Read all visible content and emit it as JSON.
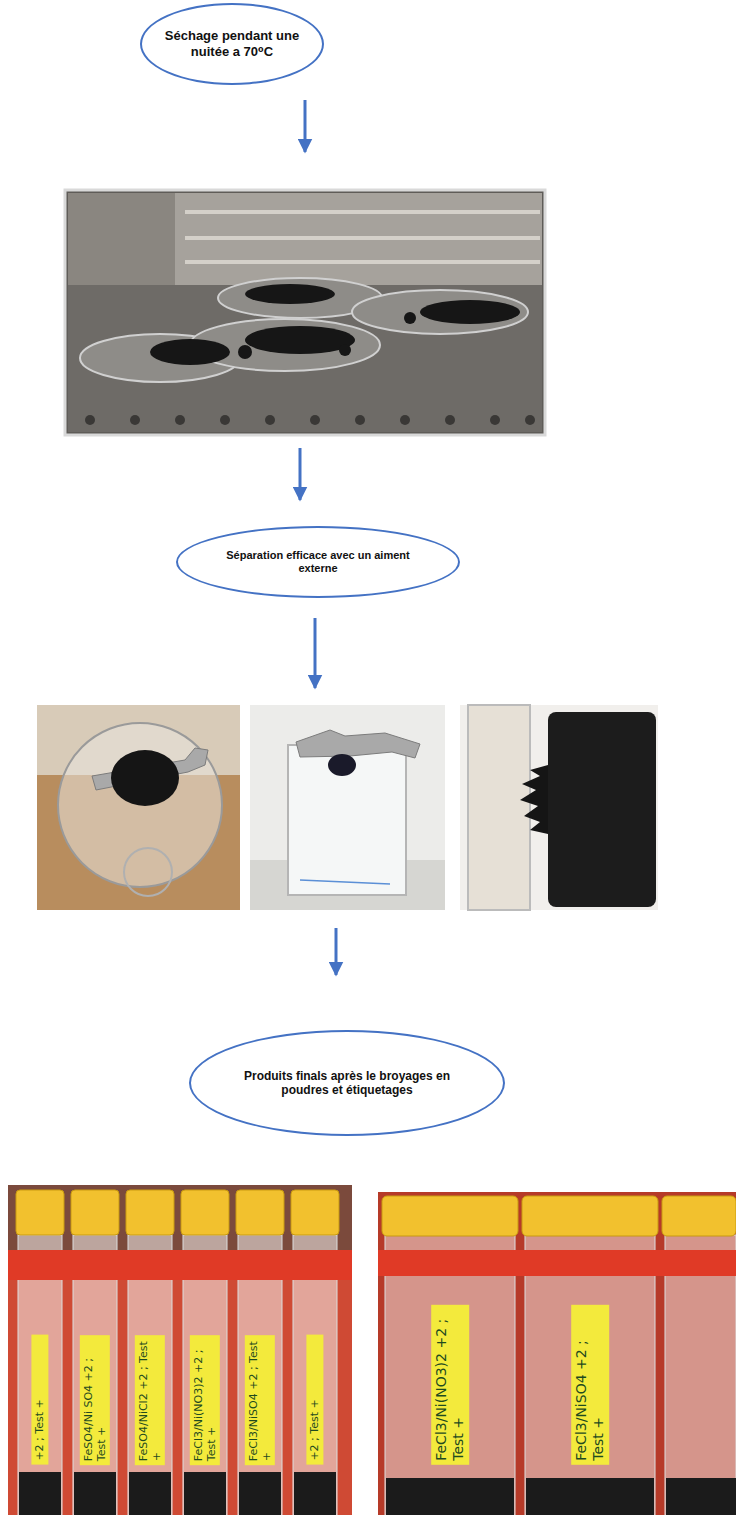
{
  "diagram": {
    "nodes": [
      {
        "text": [
          "Séchage pendant une nuitée a 70⁰C"
        ]
      },
      {
        "text": [
          "Séparation efficace avec un aiment externe"
        ]
      },
      {
        "text": [
          "Produits finals après le broyages en poudres et étiquetages"
        ]
      }
    ],
    "labels": [
      "+2 ; Test +",
      "FeSO4/Ni SO4 +2 ; Test +",
      "FeSO4/NiCl2 +2 ; Test +",
      "FeCl3/Ni(NO3)2 +2 ; Test +",
      "FeCl3/NiSO4 +2 ; Test +",
      "+2 ; Test +",
      "FeCl3/Ni(NO3)2 +2 ; Test +",
      "FeCl3/NiSO4 +2 ; Test +"
    ]
  }
}
